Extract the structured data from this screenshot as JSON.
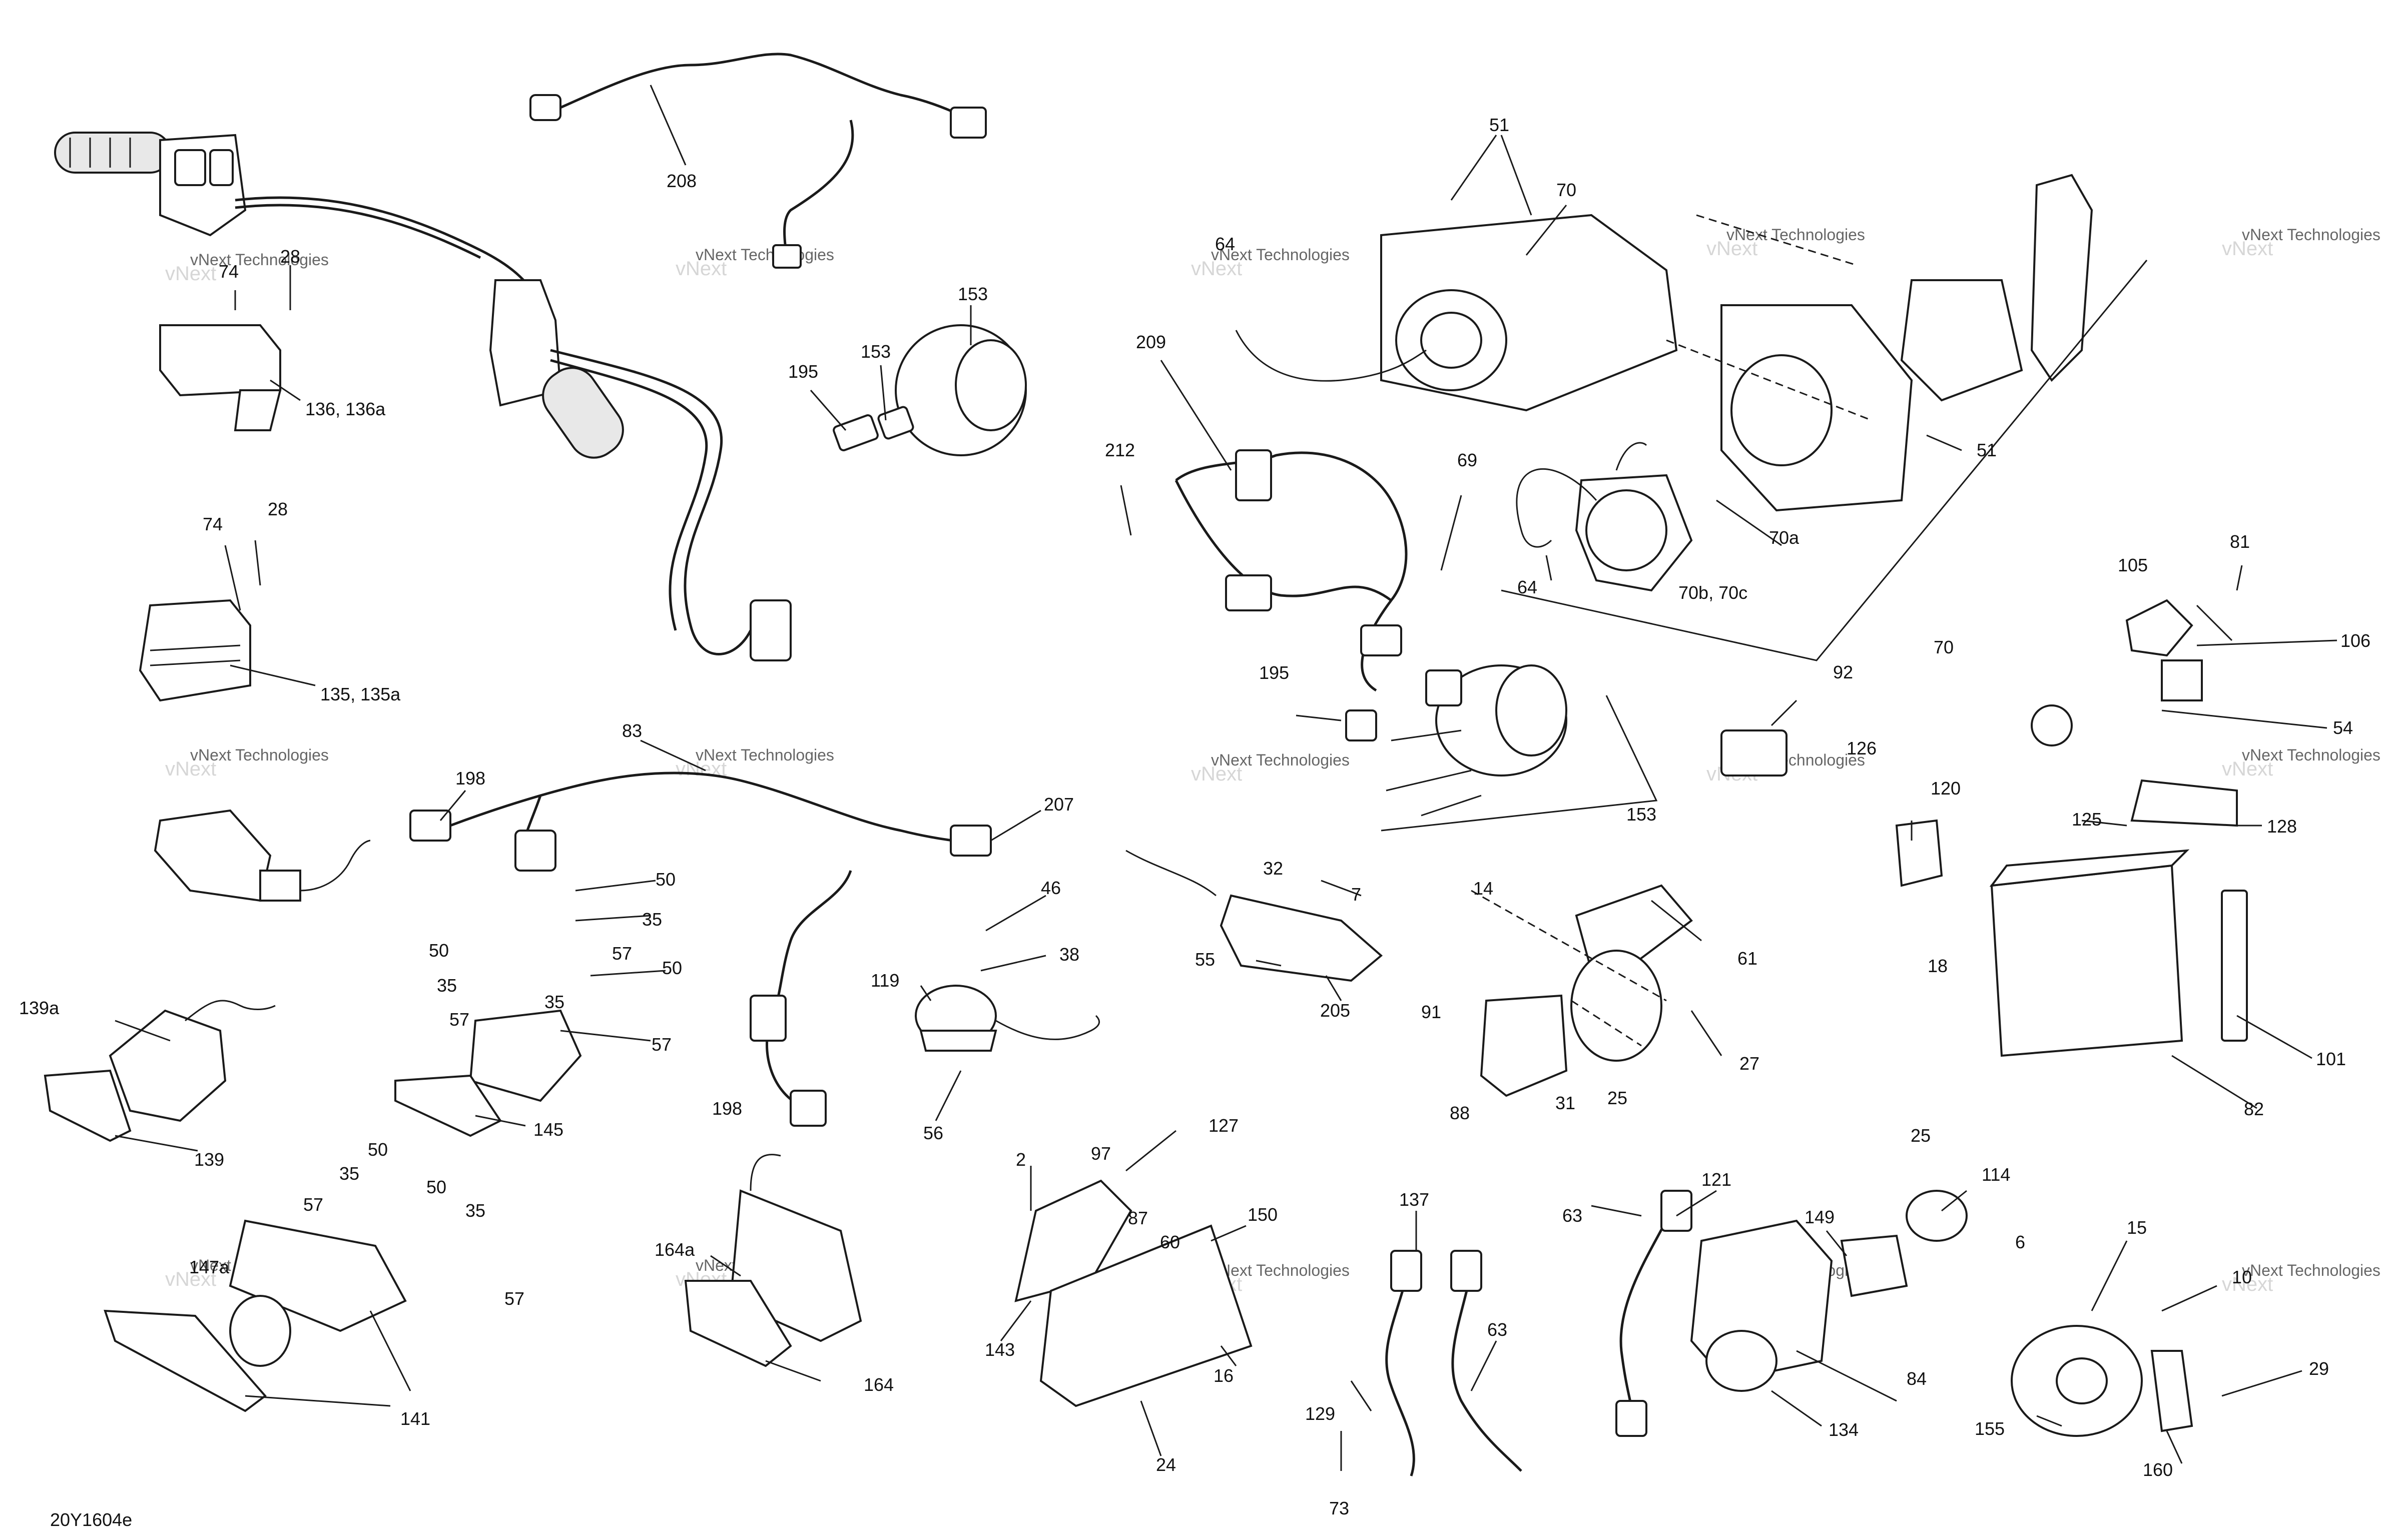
{
  "diagram": {
    "code": "20Y1604e",
    "watermark_name": "vNext",
    "watermark_full": "vNext Technologies",
    "callouts": [
      "208",
      "28",
      "74",
      "136, 136a",
      "153",
      "195",
      "153",
      "28",
      "74",
      "135, 135a",
      "51",
      "70",
      "64",
      "209",
      "212",
      "69",
      "64",
      "70a",
      "70b, 70c",
      "51",
      "70",
      "81",
      "105",
      "106",
      "54",
      "195",
      "153",
      "92",
      "126",
      "120",
      "125",
      "128",
      "18",
      "101",
      "82",
      "83",
      "207",
      "198",
      "50",
      "35",
      "50",
      "57",
      "35",
      "50",
      "35",
      "57",
      "57",
      "145",
      "139a",
      "139",
      "46",
      "38",
      "119",
      "56",
      "198",
      "32",
      "7",
      "55",
      "205",
      "14",
      "61",
      "91",
      "27",
      "88",
      "31",
      "25",
      "127",
      "97",
      "2",
      "87",
      "60",
      "150",
      "143",
      "16",
      "24",
      "50",
      "35",
      "57",
      "50",
      "35",
      "57",
      "141",
      "147a",
      "164a",
      "164",
      "137",
      "129",
      "63",
      "73",
      "63",
      "121",
      "149",
      "114",
      "25",
      "6",
      "84",
      "134",
      "15",
      "10",
      "29",
      "155",
      "160"
    ]
  }
}
